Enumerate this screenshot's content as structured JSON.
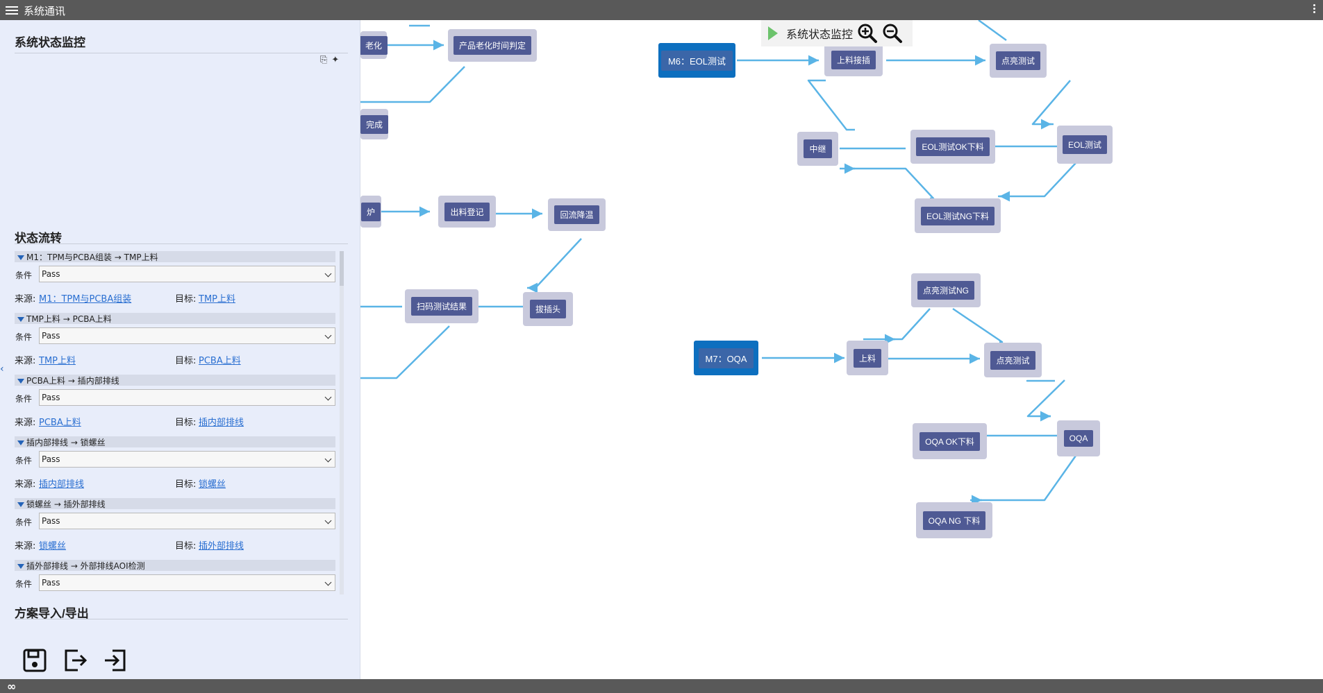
{
  "app": {
    "title": "系统通讯"
  },
  "panel": {
    "monitor_title": "系统状态监控",
    "flow_title": "状态流转",
    "io_title": "方案导入/导出",
    "cond_label": "条件",
    "src_label": "来源:",
    "dst_label": "目标:",
    "transitions": [
      {
        "header": "M1：TPM与PCBA组装 → TMP上料",
        "cond": "Pass",
        "src": "M1：TPM与PCBA组装",
        "dst": "TMP上料"
      },
      {
        "header": "TMP上料 → PCBA上料",
        "cond": "Pass",
        "src": "TMP上料",
        "dst": "PCBA上料"
      },
      {
        "header": "PCBA上料 → 插内部排线",
        "cond": "Pass",
        "src": "PCBA上料",
        "dst": "插内部排线"
      },
      {
        "header": "插内部排线 → 锁螺丝",
        "cond": "Pass",
        "src": "插内部排线",
        "dst": "锁螺丝"
      },
      {
        "header": "锁螺丝 → 插外部排线",
        "cond": "Pass",
        "src": "锁螺丝",
        "dst": "插外部排线"
      },
      {
        "header": "插外部排线 → 外部排线AOI检测",
        "cond": "Pass"
      }
    ]
  },
  "toolbar": {
    "label": "系统状态监控"
  },
  "nodes": {
    "n_laohua": "老化",
    "n_laohua_judge": "产品老化时间判定",
    "n_wancheng": "完成",
    "n_lu": "炉",
    "n_chuliao_reg": "出料登记",
    "n_huiliu": "回流降温",
    "n_scan_result": "扫码测试结果",
    "n_bachatou": "拔插头",
    "m6": "M6：EOL测试",
    "m6_shangliao": "上料接插",
    "m6_dianliang": "点亮测试",
    "m6_zhongji": "中继",
    "m6_ok": "EOL测试OK下料",
    "m6_eol": "EOL测试",
    "m6_ng": "EOL测试NG下料",
    "m7": "M7：OQA",
    "m7_ng_light": "点亮测试NG",
    "m7_shangliao": "上料",
    "m7_dianliang": "点亮测试",
    "m7_ok": "OQA OK下料",
    "m7_oqa": "OQA",
    "m7_ng": "OQA NG 下料"
  },
  "colors": {
    "edge": "#5ab4e6",
    "node_bg": "#c8c9dc",
    "node_inner": "#4f5a94",
    "module": "#0d6fbf"
  }
}
